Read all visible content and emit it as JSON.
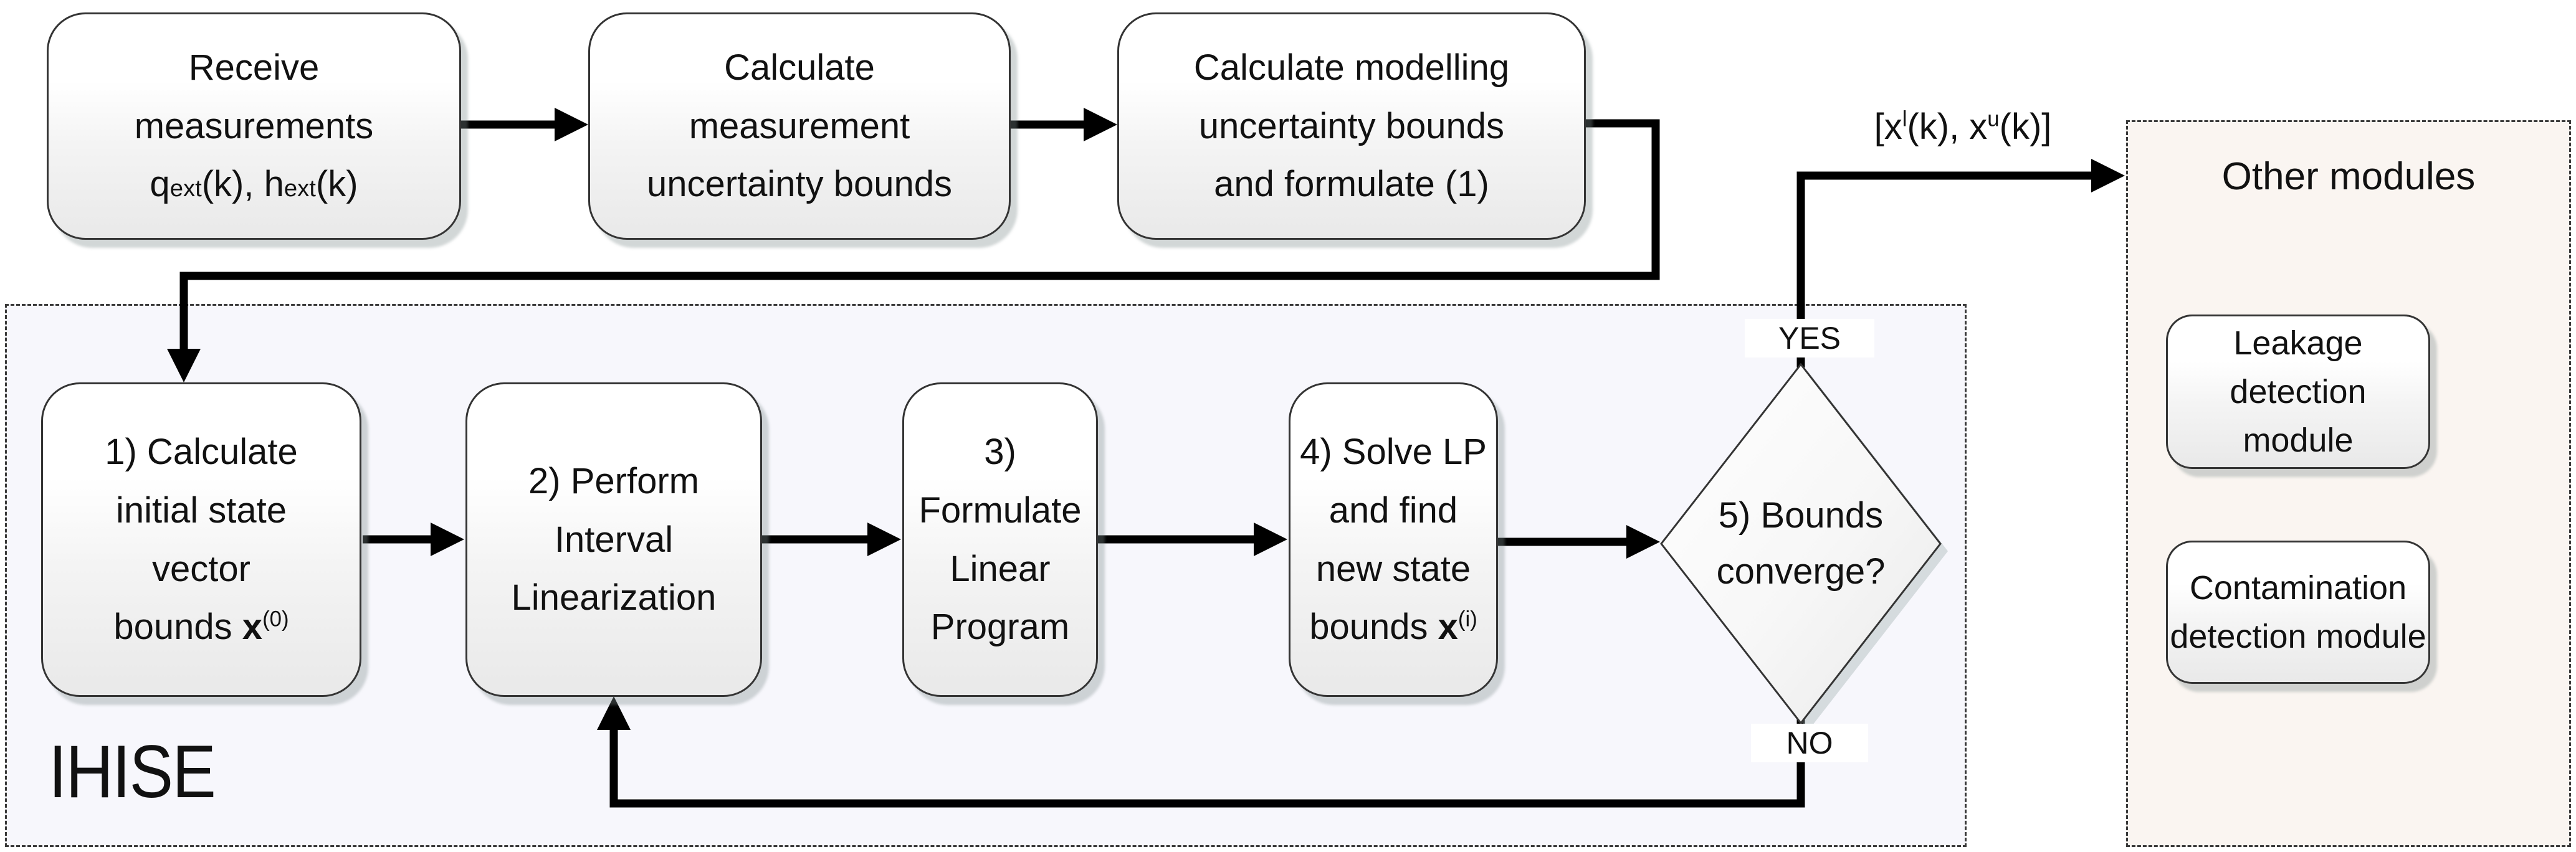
{
  "nodes": {
    "receive": {
      "lines": [
        "Receive",
        "measurements",
        "q<sub>ext</sub>(k), h<sub>ext</sub>(k)"
      ]
    },
    "measurement_uncertainty": {
      "lines": [
        "Calculate",
        "measurement",
        "uncertainty bounds"
      ]
    },
    "modelling_uncertainty": {
      "lines": [
        "Calculate modelling",
        "uncertainty bounds",
        "and formulate (1)"
      ]
    },
    "step1": {
      "lines": [
        "1) Calculate",
        "initial state",
        "vector",
        "bounds <b>x</b><sup>(0)</sup>"
      ]
    },
    "step2": {
      "lines": [
        "2) Perform",
        "Interval",
        "Linearization"
      ]
    },
    "step3": {
      "lines": [
        "3) Formulate",
        "Linear",
        "Program"
      ]
    },
    "step4": {
      "lines": [
        "4) Solve LP",
        "and find",
        "new state",
        "bounds <b>x</b><sup>(i)</sup>"
      ]
    },
    "decision": {
      "lines": [
        "5) Bounds",
        "converge?"
      ]
    },
    "leakage": {
      "lines": [
        "Leakage detection",
        "module"
      ]
    },
    "contamination": {
      "lines": [
        "Contamination",
        "detection module"
      ]
    }
  },
  "labels": {
    "ihise": "IHISE",
    "yes": "YES",
    "no": "NO",
    "output_interval": "[x<sup>l</sup>(k), x<sup>u</sup>(k)]",
    "other_modules_title": "Other modules"
  },
  "colors": {
    "ihise_fill": "#f7f7fc",
    "other_fill": "#faf5f1",
    "node_border": "#343434",
    "arrow": "#000000"
  }
}
